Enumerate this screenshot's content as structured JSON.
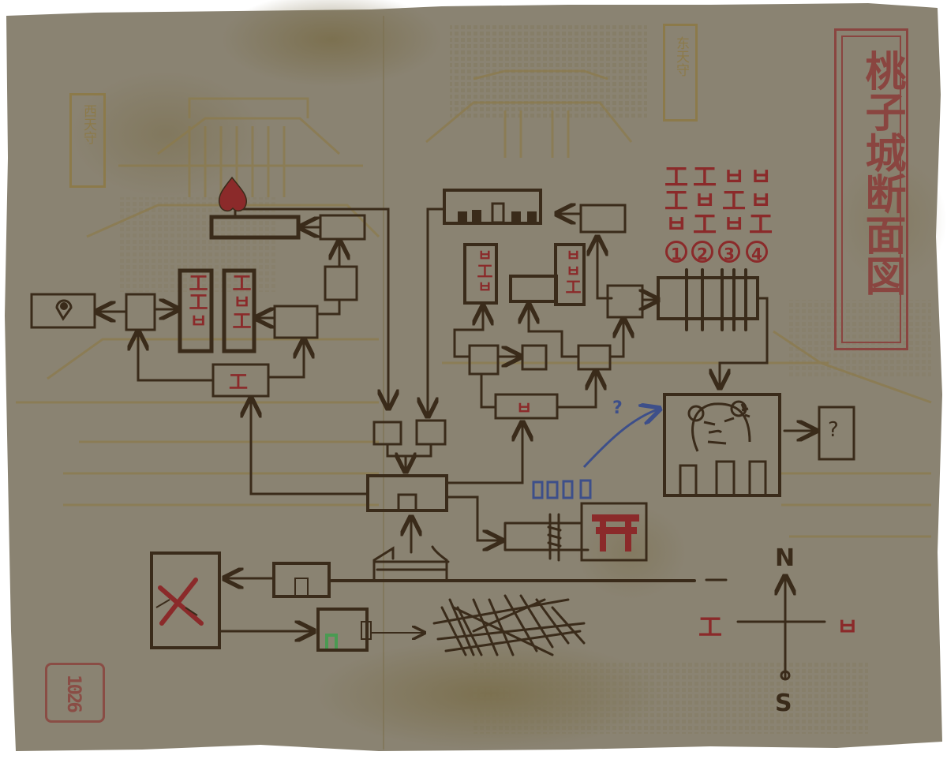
{
  "map": {
    "title": "桃子城断面図",
    "colors": {
      "paper": "#8a8372",
      "paper_dark": "#7d7150",
      "ink": "#3a2b1a",
      "red_ink": "#8b2a2a",
      "title_red": "#8a4540",
      "faded_gold": "#8c7a4a",
      "blue_pencil": "#3d4f8a",
      "green_marker": "#4a9a52"
    },
    "towers": {
      "west": "西天守",
      "east": "东天守"
    },
    "code_grid": {
      "columns": [
        [
          "工",
          "工",
          "ㅂ"
        ],
        [
          "工",
          "ㅂ",
          "工"
        ],
        [
          "ㅂ",
          "工",
          "ㅂ"
        ],
        [
          "ㅂ",
          "ㅂ",
          "工"
        ]
      ],
      "numbers": [
        "1",
        "2",
        "3",
        "4"
      ]
    },
    "compass": {
      "north": "N",
      "south": "S",
      "west_rune": "工",
      "east_rune": "ㅂ"
    },
    "markers": {
      "heart": "heart-marker",
      "location_pin": "location-pin",
      "torii_gate": "torii-gate",
      "crossed_swords": "crossed-swords",
      "bear_boss": "angry-bear-face",
      "unknown_room": "?",
      "blue_question": "?",
      "blue_bars": "blue-bar-sequence",
      "green_door": "green-door"
    },
    "pillar_runes": {
      "west_left": "工工ㅂ",
      "west_right": "工ㅂ工",
      "east_left": "ㅂ工ㅂ",
      "east_right": "ㅂㅂ工",
      "west_lower_box": "工",
      "east_lower_box": "ㅂ"
    },
    "seal": "1026"
  }
}
